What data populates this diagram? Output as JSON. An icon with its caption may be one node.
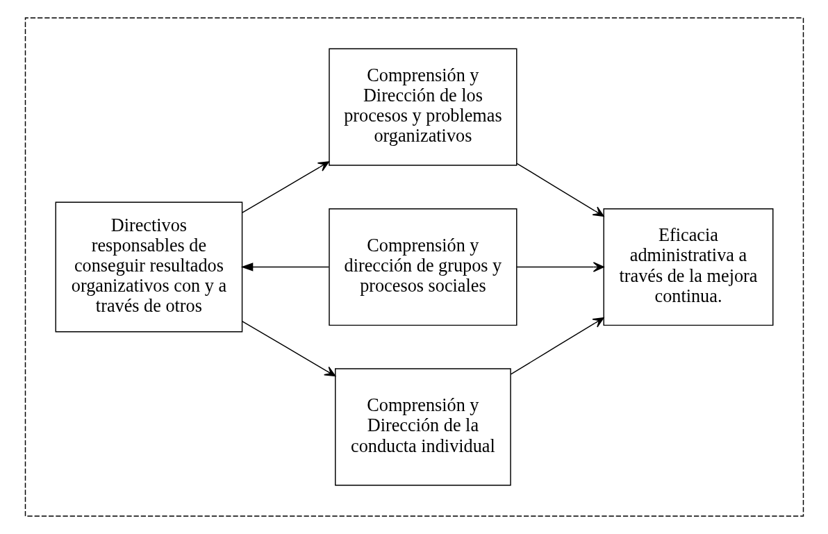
{
  "diagram": {
    "nodes": [
      {
        "text": [],
        "shape": "box"
      },
      {
        "text": [
          "Directivos responsables de conseguir resultados organizativos con y a través de otros"
        ],
        "in": 0
      },
      {
        "text": [
          "Comprensión y Dirección de la conducta individual"
        ],
        "in": 0
      },
      {
        "text": [
          "Comprensión y dirección de grupos y procesos sociales"
        ],
        "in": 0
      },
      {
        "text": [
          "Comprensión y Dirección de los procesos y problemas organizativos"
        ],
        "in": 0
      },
      {
        "text": [
          "Eficacia administrativa a través de la mejora continua."
        ],
        "in": 0
      }
    ],
    "edges": [
      {
        "from": 1,
        "to": 2,
        "arrow": "to"
      },
      {
        "from": 3,
        "to": 1,
        "arrow": "to"
      },
      {
        "from": 1,
        "to": 4,
        "arrow": "to"
      },
      {
        "from": 2,
        "to": 5,
        "arrow": "to"
      },
      {
        "from": 3,
        "to": 5,
        "arrow": "to"
      },
      {
        "from": 4,
        "to": 5,
        "arrow": "to"
      }
    ]
  }
}
